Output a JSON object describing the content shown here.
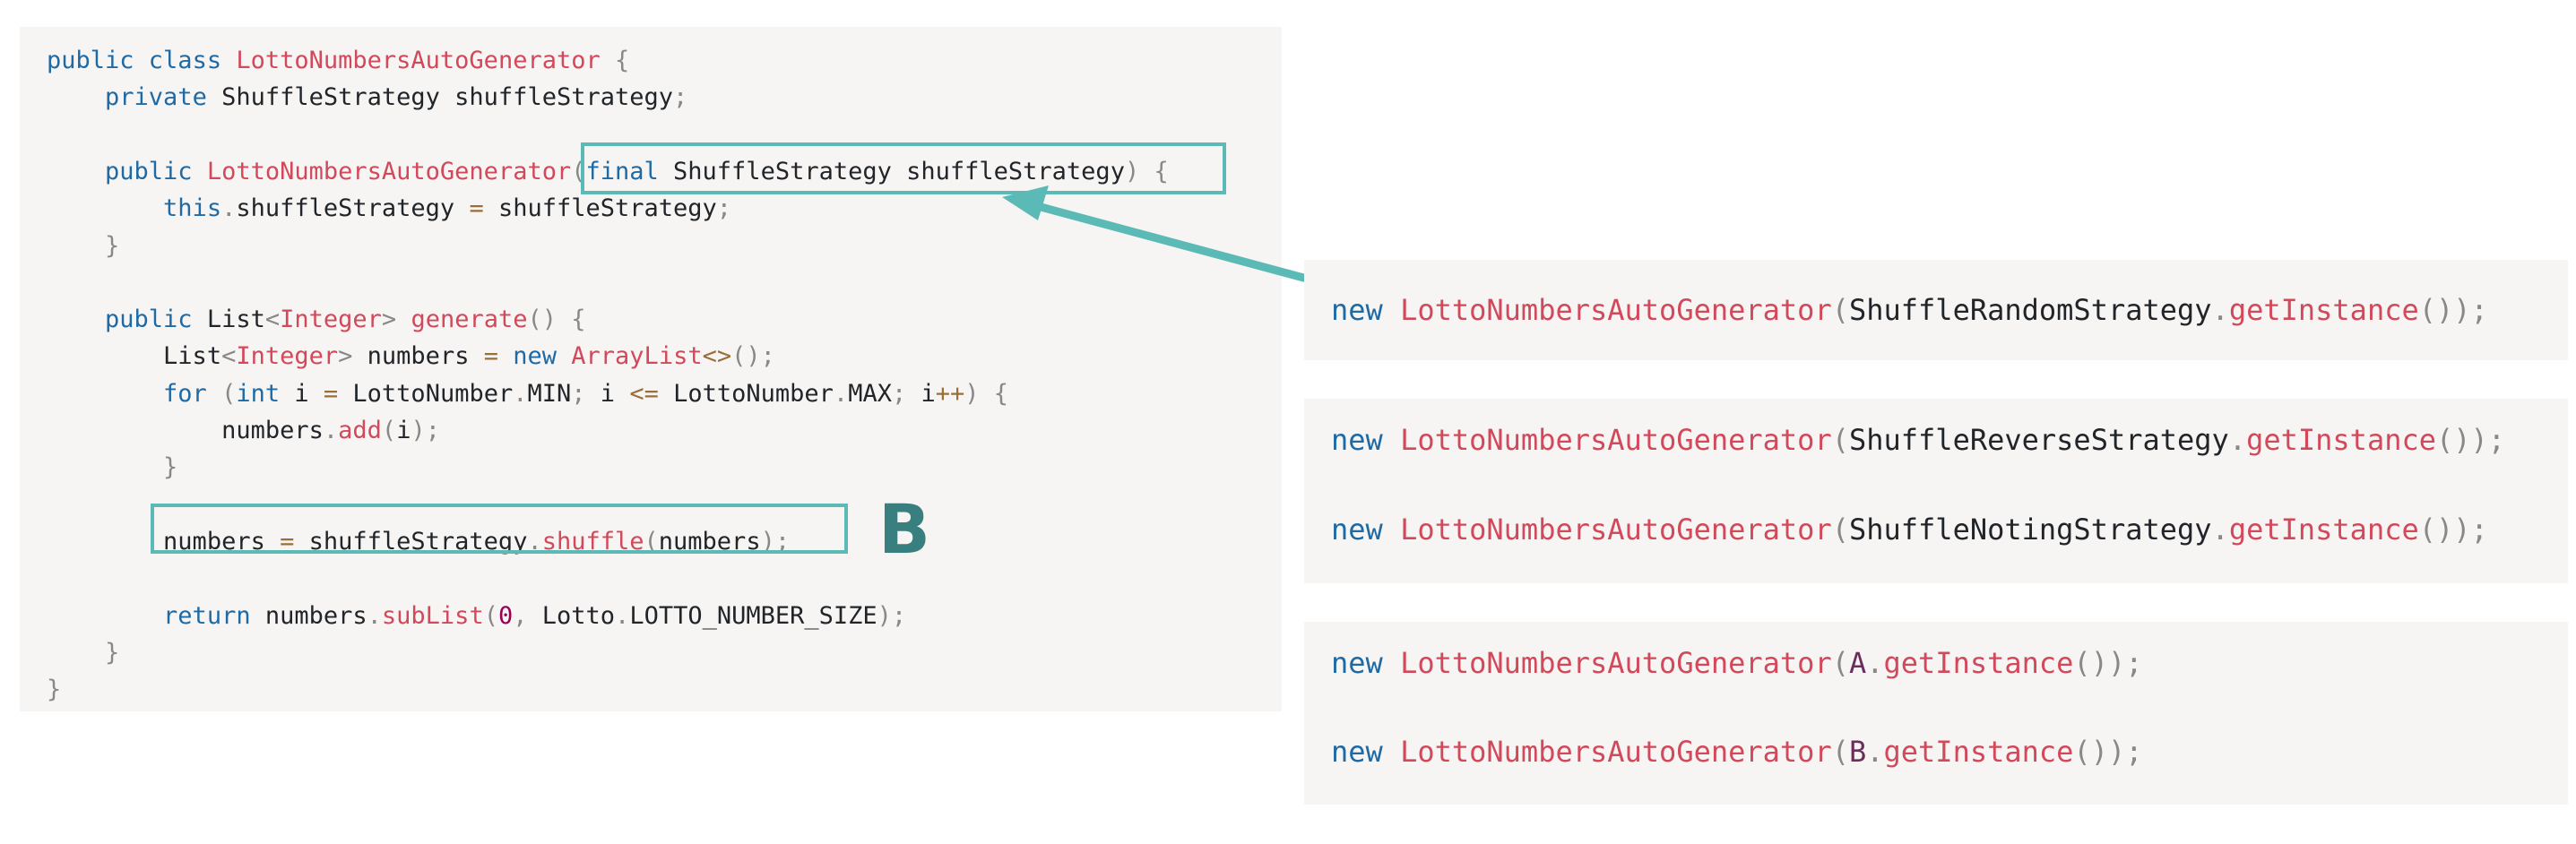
{
  "main_code": {
    "lines": [
      {
        "parts": [
          {
            "t": "public ",
            "c": "k"
          },
          {
            "t": "class ",
            "c": "k"
          },
          {
            "t": "LottoNumbersAutoGenerator",
            "c": "f"
          },
          {
            "t": " {",
            "c": "p"
          }
        ]
      },
      {
        "parts": [
          {
            "t": "    "
          },
          {
            "t": "private ",
            "c": "k"
          },
          {
            "t": "ShuffleStrategy shuffleStrategy"
          },
          {
            "t": ";",
            "c": "p"
          }
        ]
      },
      {
        "parts": []
      },
      {
        "parts": [
          {
            "t": "    "
          },
          {
            "t": "public ",
            "c": "k"
          },
          {
            "t": "LottoNumbersAutoGenerator",
            "c": "f"
          },
          {
            "t": "(",
            "c": "p"
          },
          {
            "t": "final ",
            "c": "k"
          },
          {
            "t": "ShuffleStrategy shuffleStrategy"
          },
          {
            "t": ") {",
            "c": "p"
          }
        ]
      },
      {
        "parts": [
          {
            "t": "        "
          },
          {
            "t": "this",
            "c": "k"
          },
          {
            "t": ".",
            "c": "p"
          },
          {
            "t": "shuffleStrategy "
          },
          {
            "t": "=",
            "c": "o"
          },
          {
            "t": " shuffleStrategy"
          },
          {
            "t": ";",
            "c": "p"
          }
        ]
      },
      {
        "parts": [
          {
            "t": "    "
          },
          {
            "t": "}",
            "c": "p"
          }
        ]
      },
      {
        "parts": []
      },
      {
        "parts": [
          {
            "t": "    "
          },
          {
            "t": "public ",
            "c": "k"
          },
          {
            "t": "List"
          },
          {
            "t": "<",
            "c": "p"
          },
          {
            "t": "Integer",
            "c": "f"
          },
          {
            "t": ">",
            "c": "p"
          },
          {
            "t": " "
          },
          {
            "t": "generate",
            "c": "f"
          },
          {
            "t": "() {",
            "c": "p"
          }
        ]
      },
      {
        "parts": [
          {
            "t": "        "
          },
          {
            "t": "List"
          },
          {
            "t": "<",
            "c": "p"
          },
          {
            "t": "Integer",
            "c": "f"
          },
          {
            "t": ">",
            "c": "p"
          },
          {
            "t": " numbers "
          },
          {
            "t": "=",
            "c": "o"
          },
          {
            "t": " "
          },
          {
            "t": "new ",
            "c": "k"
          },
          {
            "t": "ArrayList",
            "c": "f"
          },
          {
            "t": "<>",
            "c": "o"
          },
          {
            "t": "();",
            "c": "p"
          }
        ]
      },
      {
        "parts": [
          {
            "t": "        "
          },
          {
            "t": "for ",
            "c": "k"
          },
          {
            "t": "(",
            "c": "p"
          },
          {
            "t": "int ",
            "c": "k"
          },
          {
            "t": "i "
          },
          {
            "t": "=",
            "c": "o"
          },
          {
            "t": " LottoNumber"
          },
          {
            "t": ".",
            "c": "p"
          },
          {
            "t": "MIN"
          },
          {
            "t": ";",
            "c": "p"
          },
          {
            "t": " i "
          },
          {
            "t": "<=",
            "c": "o"
          },
          {
            "t": " LottoNumber"
          },
          {
            "t": ".",
            "c": "p"
          },
          {
            "t": "MAX"
          },
          {
            "t": ";",
            "c": "p"
          },
          {
            "t": " i"
          },
          {
            "t": "++",
            "c": "o"
          },
          {
            "t": ") {",
            "c": "p"
          }
        ]
      },
      {
        "parts": [
          {
            "t": "            "
          },
          {
            "t": "numbers"
          },
          {
            "t": ".",
            "c": "p"
          },
          {
            "t": "add",
            "c": "f"
          },
          {
            "t": "(",
            "c": "p"
          },
          {
            "t": "i"
          },
          {
            "t": ");",
            "c": "p"
          }
        ]
      },
      {
        "parts": [
          {
            "t": "        "
          },
          {
            "t": "}",
            "c": "p"
          }
        ]
      },
      {
        "parts": []
      },
      {
        "parts": [
          {
            "t": "        "
          },
          {
            "t": "numbers "
          },
          {
            "t": "=",
            "c": "o"
          },
          {
            "t": " shuffleStrategy"
          },
          {
            "t": ".",
            "c": "p"
          },
          {
            "t": "shuffle",
            "c": "f"
          },
          {
            "t": "(",
            "c": "p"
          },
          {
            "t": "numbers"
          },
          {
            "t": ");",
            "c": "p"
          }
        ]
      },
      {
        "parts": []
      },
      {
        "parts": [
          {
            "t": "        "
          },
          {
            "t": "return ",
            "c": "k"
          },
          {
            "t": "numbers"
          },
          {
            "t": ".",
            "c": "p"
          },
          {
            "t": "subList",
            "c": "f"
          },
          {
            "t": "(",
            "c": "p"
          },
          {
            "t": "0",
            "c": "n"
          },
          {
            "t": ",",
            "c": "p"
          },
          {
            "t": " Lotto"
          },
          {
            "t": ".",
            "c": "p"
          },
          {
            "t": "LOTTO_NUMBER_SIZE"
          },
          {
            "t": ");",
            "c": "p"
          }
        ]
      },
      {
        "parts": [
          {
            "t": "    "
          },
          {
            "t": "}",
            "c": "p"
          }
        ]
      },
      {
        "parts": [
          {
            "t": "}",
            "c": "p"
          }
        ]
      }
    ]
  },
  "label_b": "B",
  "snippet_1": {
    "lines": [
      {
        "parts": [
          {
            "t": "new ",
            "c": "k"
          },
          {
            "t": "LottoNumbersAutoGenerator",
            "c": "f"
          },
          {
            "t": "(",
            "c": "p"
          },
          {
            "t": "ShuffleRandomStrategy"
          },
          {
            "t": ".",
            "c": "p"
          },
          {
            "t": "getInstance",
            "c": "f"
          },
          {
            "t": "());",
            "c": "p"
          }
        ]
      }
    ]
  },
  "snippet_2": {
    "lines": [
      {
        "parts": [
          {
            "t": "new ",
            "c": "k"
          },
          {
            "t": "LottoNumbersAutoGenerator",
            "c": "f"
          },
          {
            "t": "(",
            "c": "p"
          },
          {
            "t": "ShuffleReverseStrategy"
          },
          {
            "t": ".",
            "c": "p"
          },
          {
            "t": "getInstance",
            "c": "f"
          },
          {
            "t": "());",
            "c": "p"
          }
        ]
      },
      {
        "parts": [
          {
            "t": "new ",
            "c": "k"
          },
          {
            "t": "LottoNumbersAutoGenerator",
            "c": "f"
          },
          {
            "t": "(",
            "c": "p"
          },
          {
            "t": "ShuffleNotingStrategy"
          },
          {
            "t": ".",
            "c": "p"
          },
          {
            "t": "getInstance",
            "c": "f"
          },
          {
            "t": "());",
            "c": "p"
          }
        ]
      }
    ]
  },
  "snippet_3": {
    "lines": [
      {
        "parts": [
          {
            "t": "new ",
            "c": "k"
          },
          {
            "t": "LottoNumbersAutoGenerator",
            "c": "f"
          },
          {
            "t": "(",
            "c": "p"
          },
          {
            "t": "A",
            "c": "v"
          },
          {
            "t": ".",
            "c": "p"
          },
          {
            "t": "getInstance",
            "c": "f"
          },
          {
            "t": "());",
            "c": "p"
          }
        ]
      },
      {
        "parts": [
          {
            "t": "new ",
            "c": "k"
          },
          {
            "t": "LottoNumbersAutoGenerator",
            "c": "f"
          },
          {
            "t": "(",
            "c": "p"
          },
          {
            "t": "B",
            "c": "v"
          },
          {
            "t": ".",
            "c": "p"
          },
          {
            "t": "getInstance",
            "c": "f"
          },
          {
            "t": "());",
            "c": "p"
          }
        ]
      }
    ]
  },
  "colors": {
    "keyword": "#1f6aa5",
    "function": "#d1495b",
    "punctuation": "#888888",
    "operator": "#9a6e3a",
    "number": "#990055",
    "highlight": "#5bbab6",
    "label": "#3a7f7f",
    "panel_background": "#f6f5f3"
  }
}
